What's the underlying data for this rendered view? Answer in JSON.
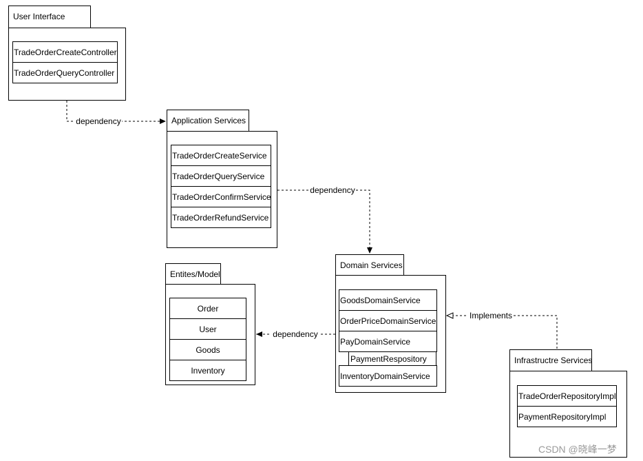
{
  "packages": {
    "ui": {
      "title": "User Interface",
      "items": [
        "TradeOrderCreateController",
        "TradeOrderQueryController"
      ]
    },
    "app": {
      "title": "Application Services",
      "items": [
        "TradeOrderCreateService",
        "TradeOrderQueryService",
        "TradeOrderConfirmService",
        "TradeOrderRefundService"
      ]
    },
    "entities": {
      "title": "Entites/Model",
      "items": [
        "Order",
        "User",
        "Goods",
        "Inventory"
      ]
    },
    "domain": {
      "title": "Domain Services",
      "items": [
        "GoodsDomainService",
        "OrderPriceDomainService",
        "PayDomainService",
        "PaymentRespository",
        "InventoryDomainService"
      ]
    },
    "infra": {
      "title": "Infrastructre Services",
      "items": [
        "TradeOrderRepositoryImpl",
        "PaymentRepositoryImpl"
      ]
    }
  },
  "edges": {
    "ui_to_app": "dependency",
    "app_to_domain": "dependency",
    "domain_to_entities": "dependency",
    "infra_to_domain": "Implements"
  },
  "watermark": "CSDN @晓峰一梦"
}
